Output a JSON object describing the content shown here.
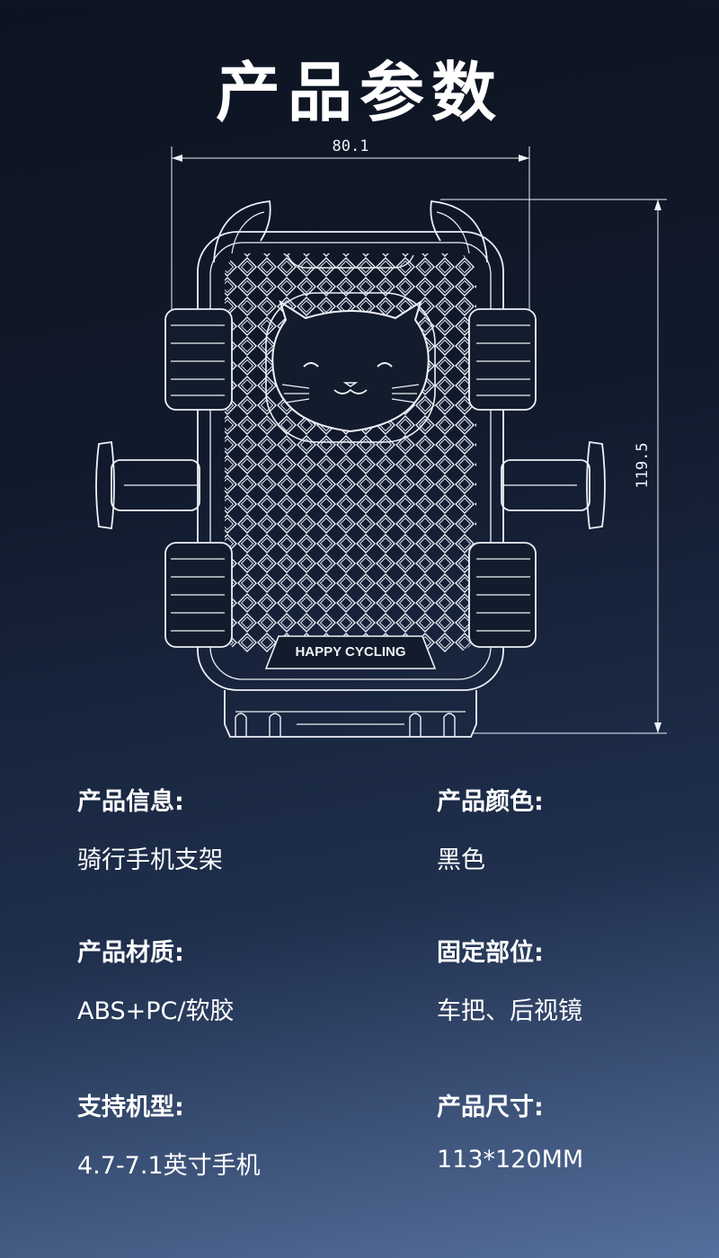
{
  "page": {
    "title": "产品参数"
  },
  "drawing": {
    "width_dim": "80.1",
    "height_dim": "119.5",
    "badge_text": "HAPPY CYCLING"
  },
  "specs": [
    {
      "label": "产品信息:",
      "value": "骑行手机支架"
    },
    {
      "label": "产品颜色:",
      "value": "黑色"
    },
    {
      "label": "产品材质:",
      "value": "ABS+PC/软胶"
    },
    {
      "label": "固定部位:",
      "value": "车把、后视镜"
    },
    {
      "label": "支持机型:",
      "value": "4.7-7.1英寸手机"
    },
    {
      "label": "产品尺寸:",
      "value": "113*120MM"
    }
  ]
}
